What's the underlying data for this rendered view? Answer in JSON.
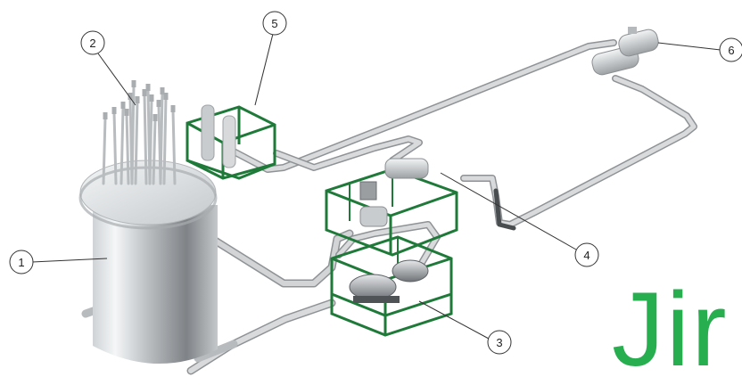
{
  "colors": {
    "background": "#ffffff",
    "pipe": "#c7c9cb",
    "pipe_highlight": "#eef0f1",
    "pipe_shadow": "#8f9396",
    "pipe_dark": "#4a4d50",
    "frame_green": "#1f7a3a",
    "vessel_light": "#e9ecee",
    "vessel_dark": "#7c8084",
    "callout_line": "#333333",
    "brand_green": "#27ae4f"
  },
  "callouts": [
    {
      "id": "1",
      "label": "1"
    },
    {
      "id": "2",
      "label": "2"
    },
    {
      "id": "3",
      "label": "3"
    },
    {
      "id": "4",
      "label": "4"
    },
    {
      "id": "5",
      "label": "5"
    },
    {
      "id": "6",
      "label": "6"
    }
  ],
  "brand": {
    "text": "Jir"
  }
}
